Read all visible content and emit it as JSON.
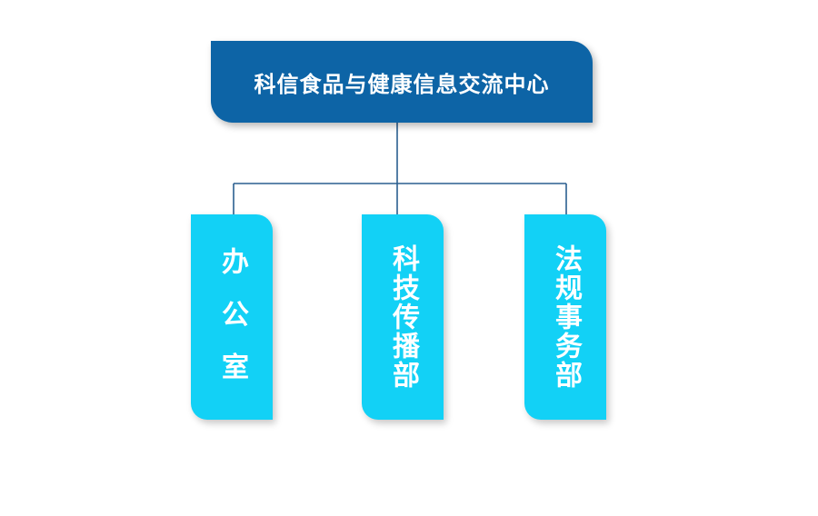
{
  "root": {
    "label": "科信食品与健康信息交流中心"
  },
  "departments": [
    {
      "label": "办公室"
    },
    {
      "label": "科技传播部"
    },
    {
      "label": "法规事务部"
    }
  ],
  "colors": {
    "root_fill": "#0d64a6",
    "dept_fill": "#12d1f6",
    "connector": "#2a5f8f",
    "text": "#ffffff"
  }
}
